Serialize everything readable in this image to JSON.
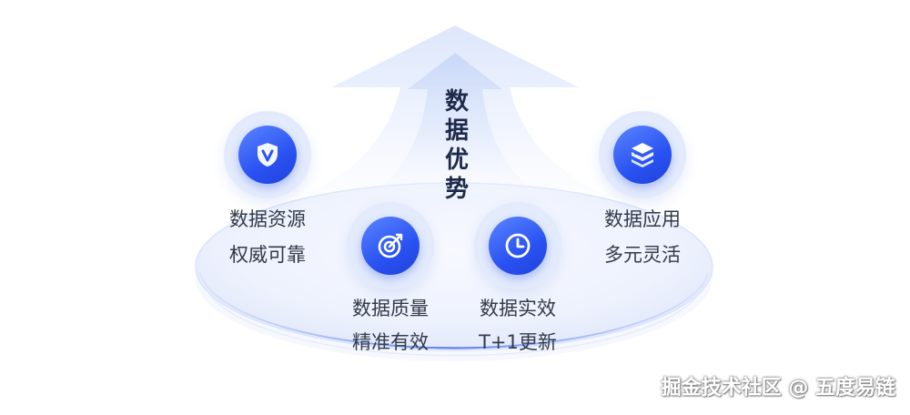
{
  "title": {
    "chars": [
      "数",
      "据",
      "优",
      "势"
    ]
  },
  "features": [
    {
      "icon": "shield-v-icon",
      "line1": "数据资源",
      "line2": "权威可靠"
    },
    {
      "icon": "target-icon",
      "line1": "数据质量",
      "line2": "精准有效"
    },
    {
      "icon": "clock-icon",
      "line1": "数据实效",
      "line2": "T+1更新"
    },
    {
      "icon": "layers-box-icon",
      "line1": "数据应用",
      "line2": "多元灵活"
    }
  ],
  "watermark": "掘金技术社区 @ 五度易链",
  "colors": {
    "accent": "#2a52f2",
    "accent_light": "#5a86ff",
    "title": "#1e2a4a",
    "label": "#333a48",
    "platform_edge": "#5b84f0"
  }
}
